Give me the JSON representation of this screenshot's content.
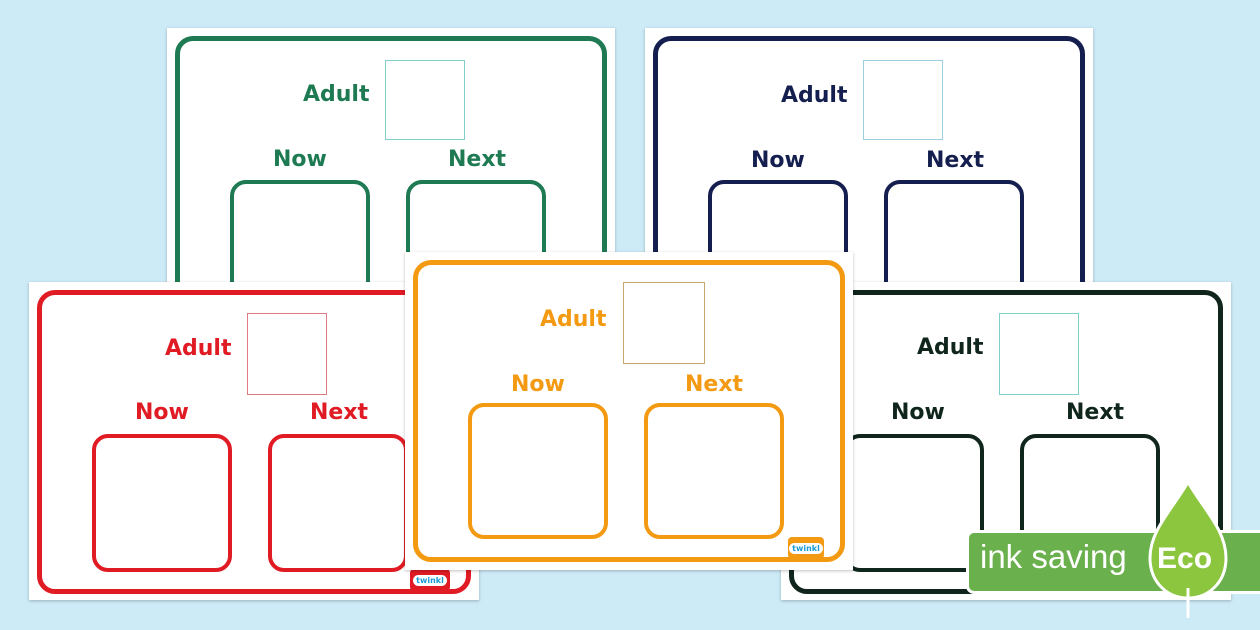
{
  "sheets": {
    "green": {
      "adult": "Adult",
      "now": "Now",
      "next": "Next",
      "color": "#1e7a52"
    },
    "navy": {
      "adult": "Adult",
      "now": "Now",
      "next": "Next",
      "color": "#141f4f"
    },
    "red": {
      "adult": "Adult",
      "now": "Now",
      "next": "Next",
      "color": "#e01b24"
    },
    "orange": {
      "adult": "Adult",
      "now": "Now",
      "next": "Next",
      "color": "#f39a12"
    },
    "black": {
      "adult": "Adult",
      "now": "Now",
      "next": "Next",
      "color": "#10261c"
    }
  },
  "brand_logo": "twinkl",
  "eco_badge": {
    "text": "ink saving",
    "label": "Eco",
    "icon": "leaf-icon",
    "color": "#6ab04c"
  }
}
